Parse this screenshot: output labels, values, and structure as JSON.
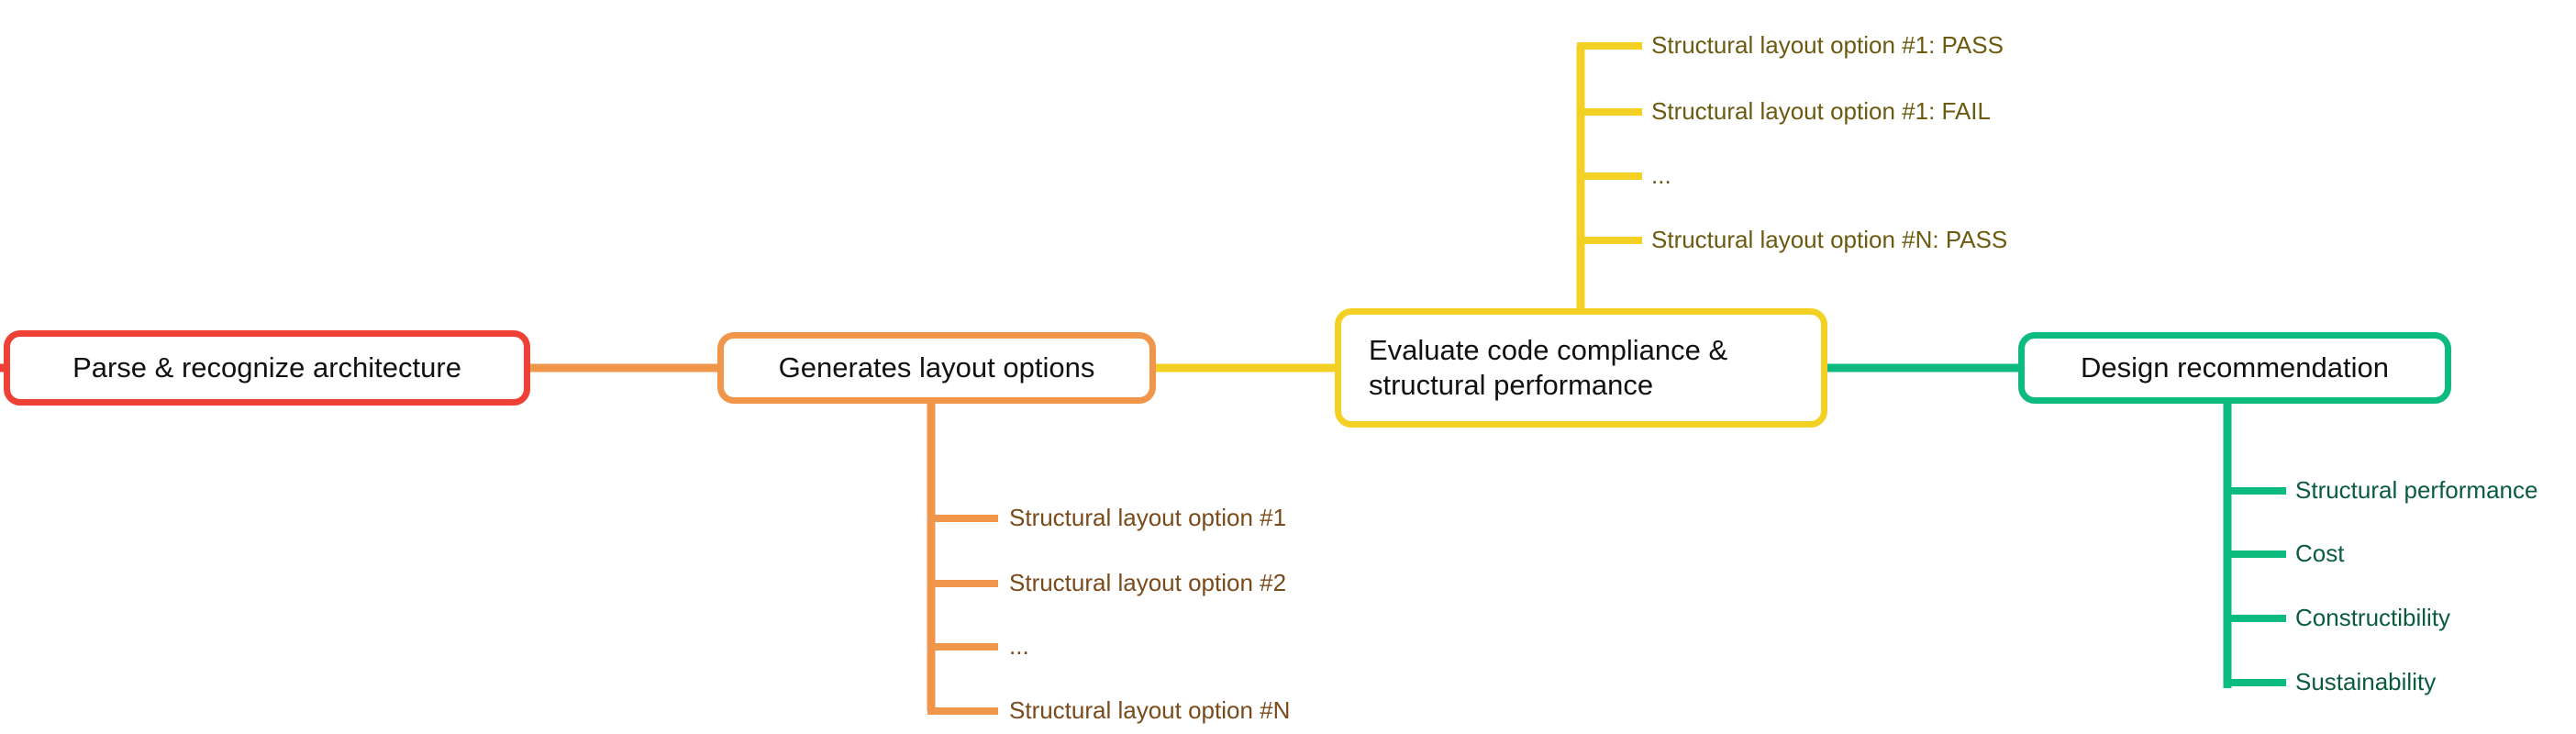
{
  "diagram": {
    "type": "mindmap-flow",
    "orientation": "left-to-right",
    "background_color": "#ffffff",
    "nodes": [
      {
        "id": "parse",
        "label": "Parse & recognize architecture",
        "border_color": "#ef4035",
        "fill_color": "#ffffff",
        "text_color": "#111111"
      },
      {
        "id": "generate",
        "label": "Generates layout options",
        "border_color": "#f0964b",
        "fill_color": "#ffffff",
        "text_color": "#111111"
      },
      {
        "id": "evaluate",
        "label": "Evaluate code compliance &\nstructural performance",
        "border_color": "#f2d024",
        "fill_color": "#ffffff",
        "text_color": "#111111"
      },
      {
        "id": "recommend",
        "label": "Design recommendation",
        "border_color": "#0ebb7f",
        "fill_color": "#ffffff",
        "text_color": "#111111"
      }
    ],
    "connectors": [
      {
        "from": "parse",
        "to": "generate",
        "color": "#f0964b"
      },
      {
        "from": "generate",
        "to": "evaluate",
        "color": "#f2d024"
      },
      {
        "from": "evaluate",
        "to": "recommend",
        "color": "#0ebb7f"
      }
    ],
    "branches": [
      {
        "id": "generate-branch",
        "parent": "generate",
        "direction": "down",
        "line_color": "#f0964b",
        "text_color": "#7a4a1a",
        "items": [
          "Structural layout option #1",
          "Structural layout option #2",
          "...",
          "Structural layout option #N"
        ]
      },
      {
        "id": "evaluate-branch",
        "parent": "evaluate",
        "direction": "up",
        "line_color": "#f2d024",
        "text_color": "#6b5a10",
        "items": [
          "Structural layout option #1: PASS",
          "Structural layout option #1: FAIL",
          "...",
          "Structural layout option #N: PASS"
        ]
      },
      {
        "id": "recommend-branch",
        "parent": "recommend",
        "direction": "down",
        "line_color": "#0ebb7f",
        "text_color": "#0a5c3c",
        "items": [
          "Structural performance",
          "Cost",
          "Constructibility",
          "Sustainability"
        ]
      }
    ]
  }
}
